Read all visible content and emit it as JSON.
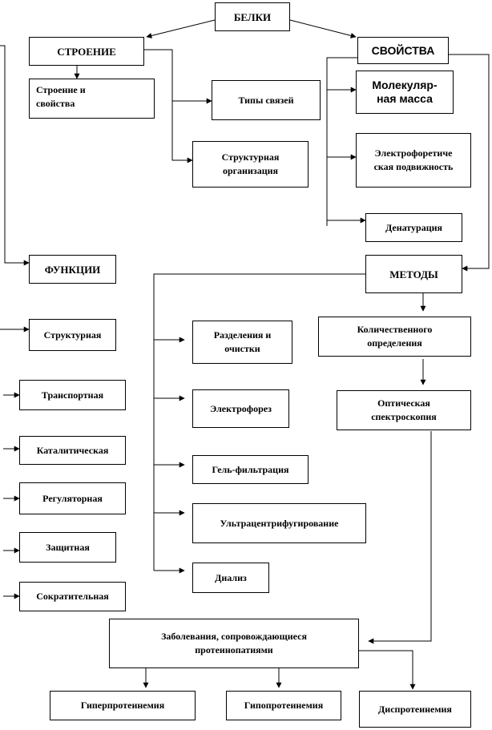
{
  "title": "БЕЛКИ",
  "structure": {
    "heading": "СТРОЕНИЕ",
    "items": [
      "Строение и\nсвойства",
      "Типы связей",
      "Структурная\nорганизация"
    ]
  },
  "properties": {
    "heading": "СВОЙСТВА",
    "items": [
      "Молекуляр-\nная масса",
      "Электрофоретиче\nская подвижность",
      "Денатурация"
    ]
  },
  "functions": {
    "heading": "ФУНКЦИИ",
    "items": [
      "Структурная",
      "Транспортная",
      "Каталитическая",
      "Регуляторная",
      "Защитная",
      "Сократительная"
    ]
  },
  "methods": {
    "heading": "МЕТОДЫ",
    "items": [
      "Разделения и\nочистки",
      "Электрофорез",
      "Гель-фильтрация",
      "Ультрацентрифугирование",
      "Диализ"
    ],
    "quant": "Количественного\nопределения",
    "optical": "Оптическая\nспектроскопия"
  },
  "diseases": {
    "heading": "Заболевания, сопровождающиеся\nпротеинопатиями",
    "items": [
      "Гиперпротеинемия",
      "Гипопротеинемия",
      "Диспротеинемия"
    ]
  }
}
